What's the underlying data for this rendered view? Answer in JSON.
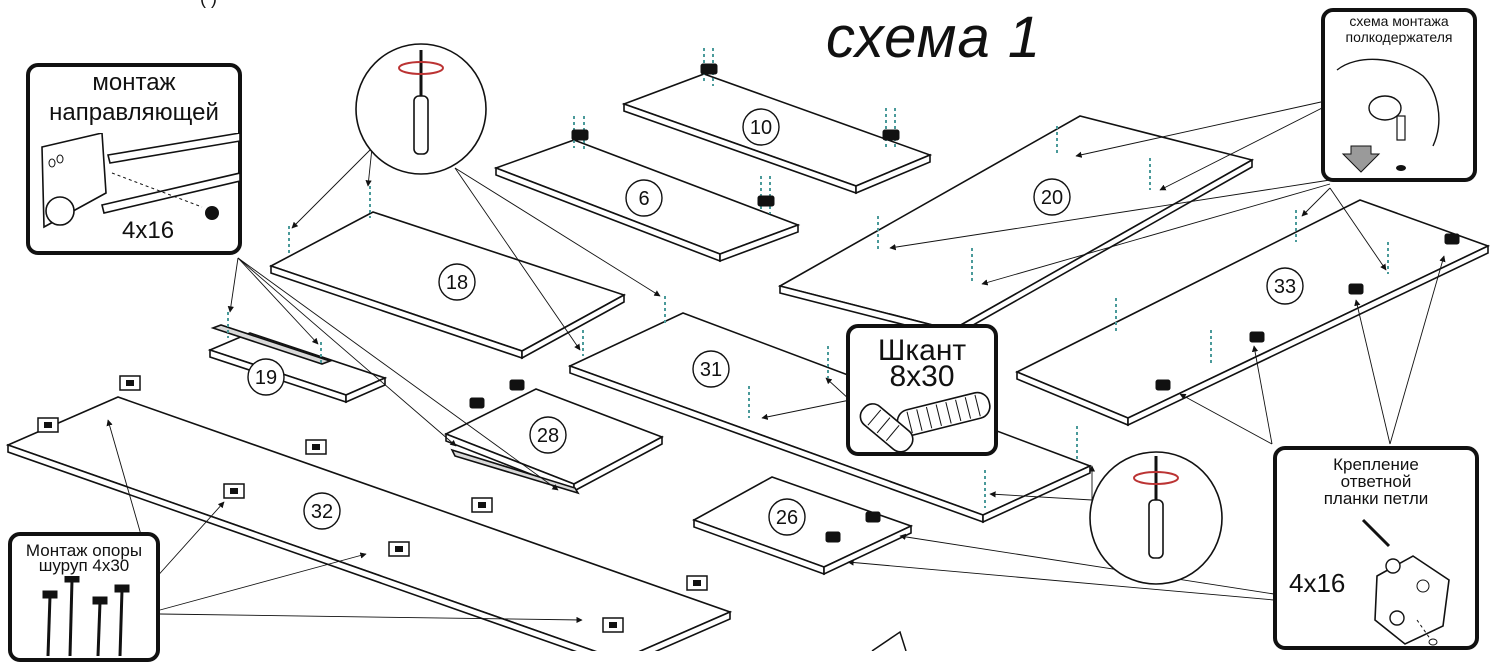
{
  "title": "схема 1",
  "top_fragment": "(            )",
  "panels": [
    {
      "name": "panel-10",
      "label": "10"
    },
    {
      "name": "panel-6",
      "label": "6"
    },
    {
      "name": "panel-20",
      "label": "20"
    },
    {
      "name": "panel-18",
      "label": "18"
    },
    {
      "name": "panel-33",
      "label": "33"
    },
    {
      "name": "panel-31",
      "label": "31"
    },
    {
      "name": "panel-19",
      "label": "19"
    },
    {
      "name": "panel-28",
      "label": "28"
    },
    {
      "name": "panel-32",
      "label": "32"
    },
    {
      "name": "panel-26",
      "label": "26"
    }
  ],
  "callouts": {
    "rail": {
      "line1": "монтаж",
      "line2": "направляющей",
      "screw": "4x16"
    },
    "shelf_holder": {
      "line1": "схема монтажа",
      "line2": "полкодержателя"
    },
    "dowel": {
      "line1": "Шкант",
      "line2": "8x30"
    },
    "hinge_plate": {
      "line1": "Крепление",
      "line2": "ответной",
      "line3": "планки петли",
      "screw": "4x16"
    },
    "foot": {
      "line1": "Монтаж опоры",
      "line2": "шуруп 4x30"
    }
  },
  "colors": {
    "ink": "#111111",
    "accent": "#4a9a9a",
    "paper": "#ffffff",
    "arrow_fill": "#9a9a9a"
  }
}
